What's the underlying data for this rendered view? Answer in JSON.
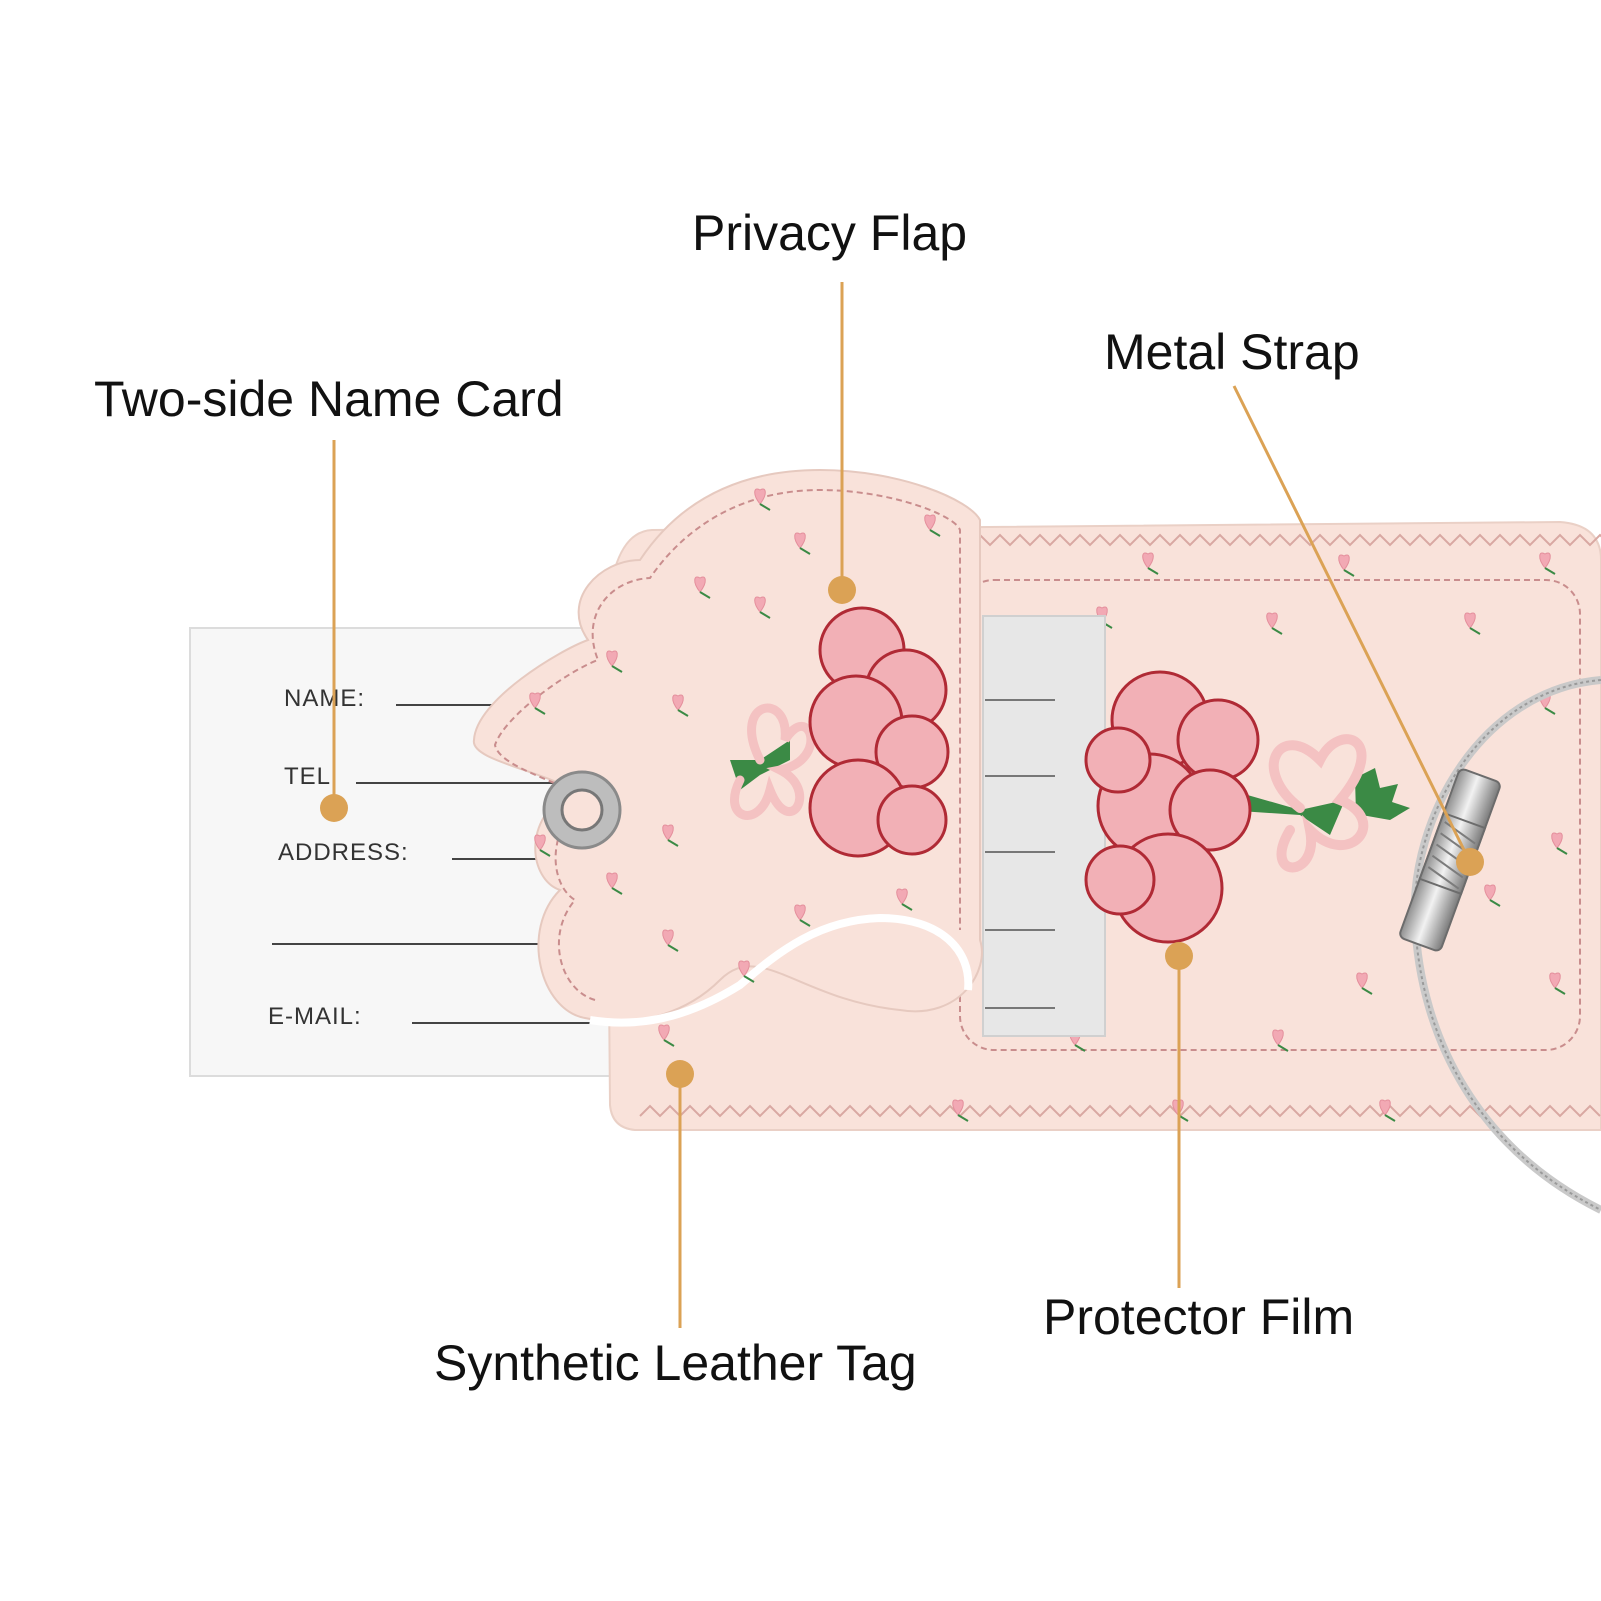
{
  "callouts": {
    "privacy_flap": "Privacy Flap",
    "two_side_name_card": "Two-side Name Card",
    "metal_strap": "Metal Strap",
    "protector_film": "Protector Film",
    "synthetic_leather_tag": "Synthetic Leather Tag"
  },
  "name_card": {
    "name": "NAME:",
    "tel": "TEL:",
    "address": "ADDRESS:",
    "email": "E-MAIL:"
  },
  "colors": {
    "callout_line": "#dba255",
    "leather": "#f9e2da",
    "flower_pink": "#f2b0b6",
    "flower_outline": "#b02a35",
    "stem_green": "#3b8a45",
    "bow_pink": "#f4c2c2"
  }
}
